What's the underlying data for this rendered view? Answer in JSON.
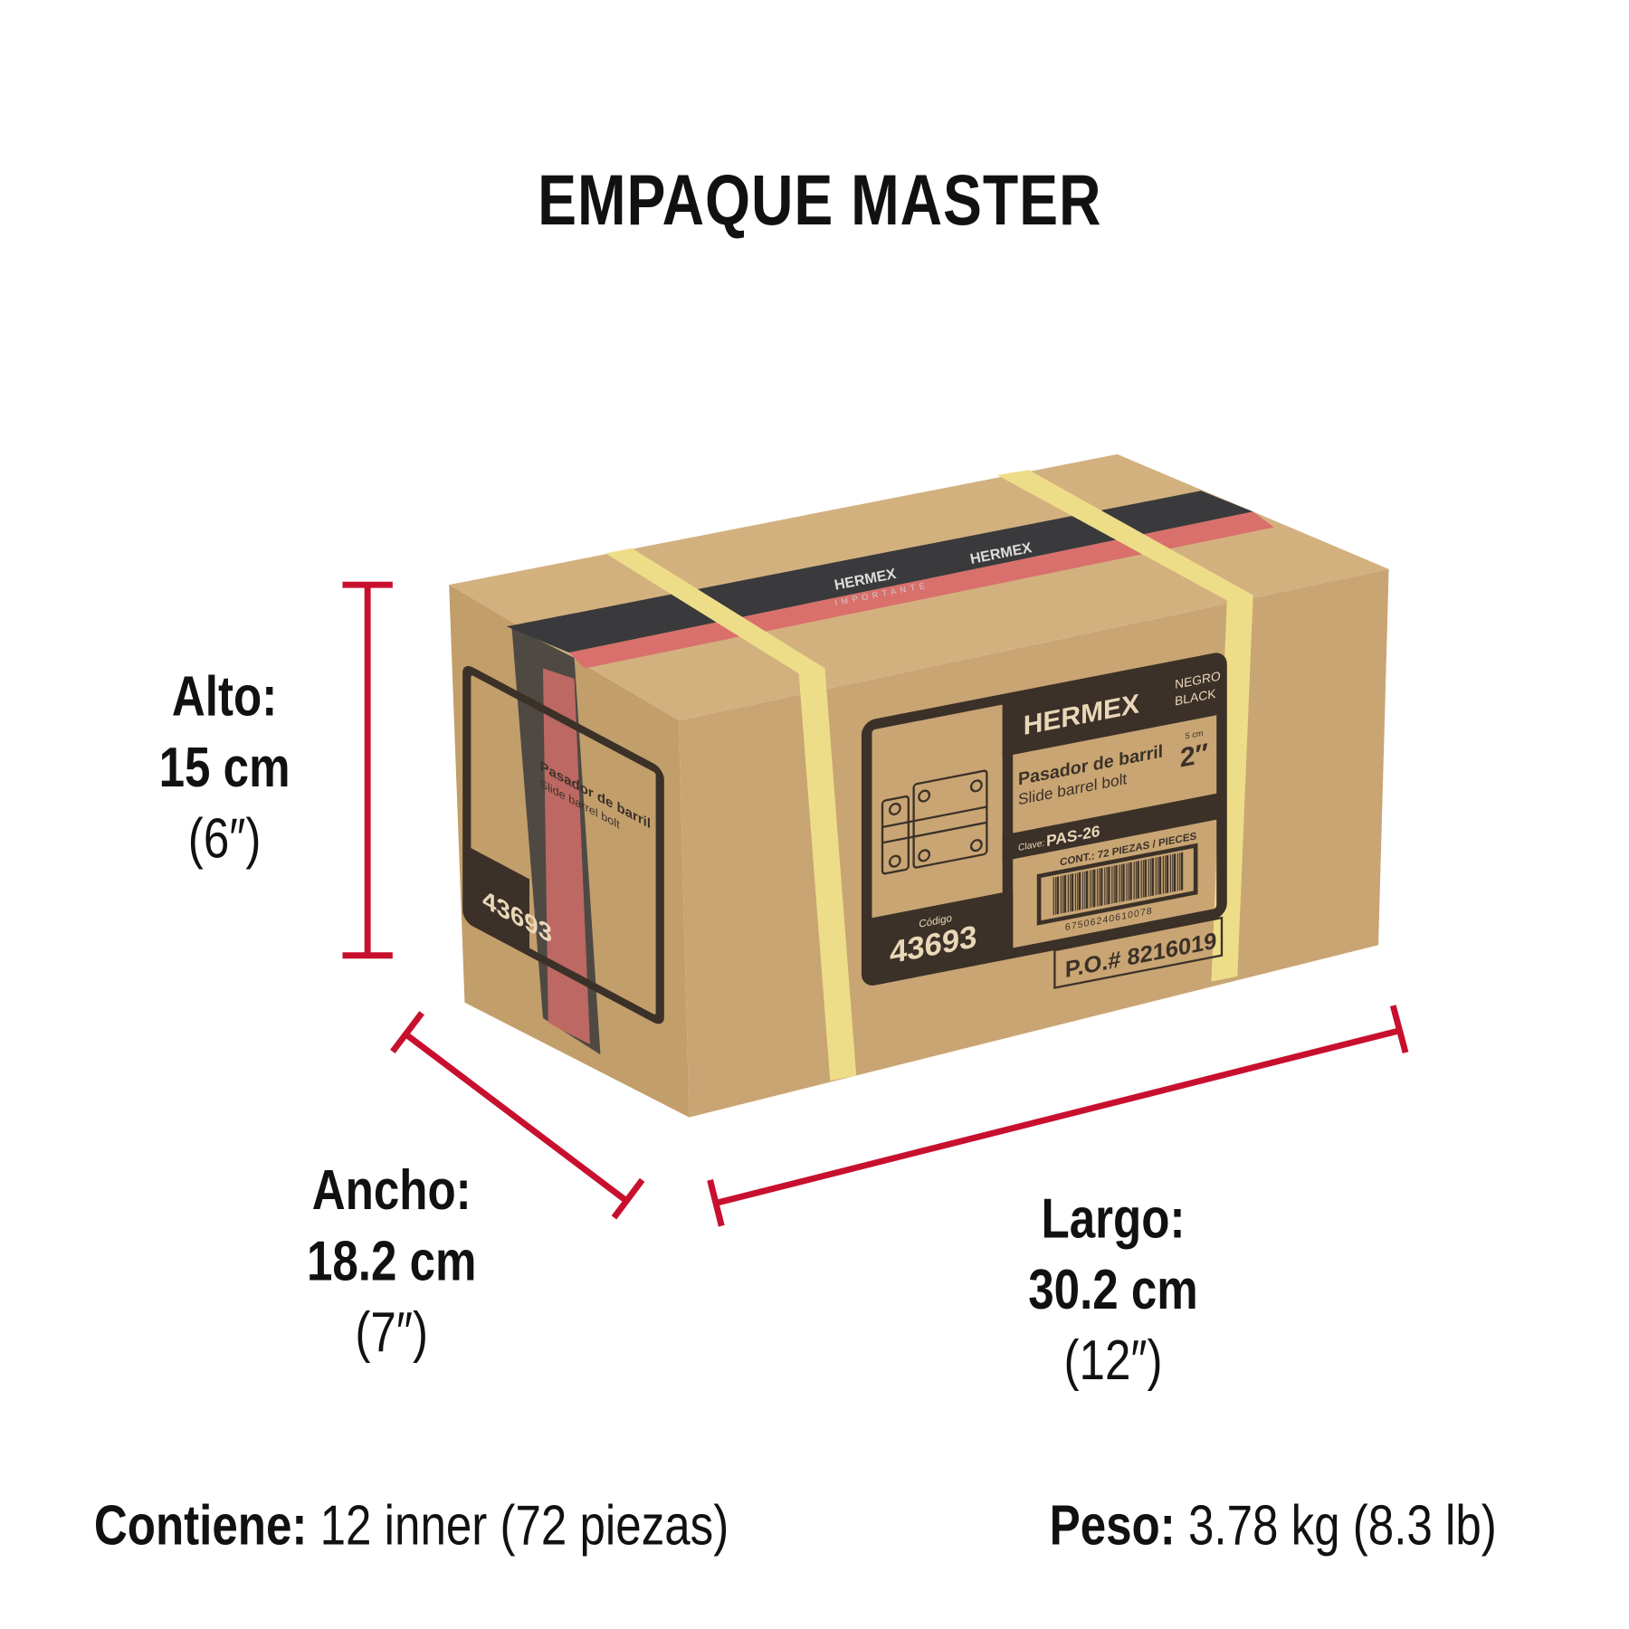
{
  "title": "EMPAQUE MASTER",
  "dimensions": {
    "alto": {
      "label": "Alto:",
      "metric": "15 cm",
      "imperial": "(6″)"
    },
    "ancho": {
      "label": "Ancho:",
      "metric": "18.2 cm",
      "imperial": "(7″)"
    },
    "largo": {
      "label": "Largo:",
      "metric": "30.2 cm",
      "imperial": "(12″)"
    }
  },
  "contents": {
    "label": "Contiene:",
    "value": "12 inner (72 piezas)"
  },
  "weight": {
    "label": "Peso:",
    "value": "3.78 kg (8.3 lb)"
  },
  "box_label": {
    "brand": "HERMEX",
    "color_es": "NEGRO",
    "color_en": "BLACK",
    "name_es": "Pasador de barril",
    "name_en": "Slide barrel bolt",
    "size_metric": "5 cm",
    "size": "2″",
    "clave_label": "Clave:",
    "clave": "PAS-26",
    "contents": "CONT.: 72 PIEZAS / PIECES",
    "barcode": "67506240610078",
    "codigo_label": "Código",
    "codigo": "43693",
    "po": "P.O.# 8216019",
    "tape_text": "IMPORTANTE"
  },
  "colors": {
    "dimension_lines": "#c8102e",
    "cardboard": "#c9a574",
    "strap": "#eedd88",
    "text": "#111111"
  }
}
